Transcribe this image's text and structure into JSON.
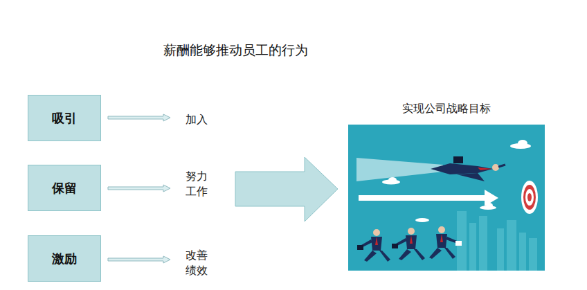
{
  "diagram": {
    "title": "薪酬能够推动员工的行为",
    "nodes": [
      {
        "text": [
          "吸引"
        ]
      },
      {
        "text": [
          "保留"
        ]
      },
      {
        "text": [
          "激励"
        ]
      }
    ],
    "labels": [
      "加入",
      "努力 工作",
      "改善 绩效",
      "实现公司战略目标"
    ]
  }
}
